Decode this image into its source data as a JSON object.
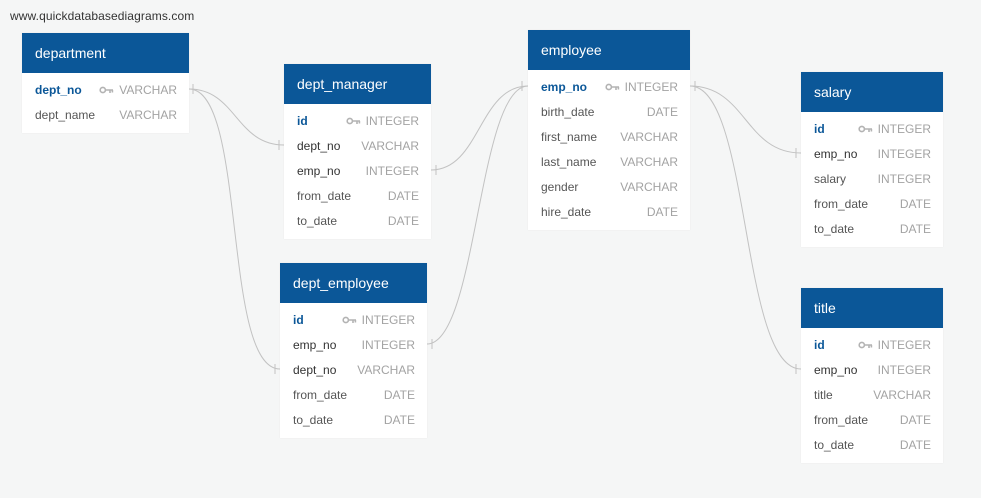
{
  "site": {
    "url": "www.quickdatabasediagrams.com"
  },
  "tables": {
    "department": {
      "name": "department",
      "fields": [
        {
          "name": "dept_no",
          "type": "VARCHAR",
          "pk": true
        },
        {
          "name": "dept_name",
          "type": "VARCHAR"
        }
      ]
    },
    "dept_manager": {
      "name": "dept_manager",
      "fields": [
        {
          "name": "id",
          "type": "INTEGER",
          "pk": true
        },
        {
          "name": "dept_no",
          "type": "VARCHAR",
          "fk": true
        },
        {
          "name": "emp_no",
          "type": "INTEGER",
          "fk": true
        },
        {
          "name": "from_date",
          "type": "DATE"
        },
        {
          "name": "to_date",
          "type": "DATE"
        }
      ]
    },
    "dept_employee": {
      "name": "dept_employee",
      "fields": [
        {
          "name": "id",
          "type": "INTEGER",
          "pk": true
        },
        {
          "name": "emp_no",
          "type": "INTEGER",
          "fk": true
        },
        {
          "name": "dept_no",
          "type": "VARCHAR",
          "fk": true
        },
        {
          "name": "from_date",
          "type": "DATE"
        },
        {
          "name": "to_date",
          "type": "DATE"
        }
      ]
    },
    "employee": {
      "name": "employee",
      "fields": [
        {
          "name": "emp_no",
          "type": "INTEGER",
          "pk": true
        },
        {
          "name": "birth_date",
          "type": "DATE"
        },
        {
          "name": "first_name",
          "type": "VARCHAR"
        },
        {
          "name": "last_name",
          "type": "VARCHAR"
        },
        {
          "name": "gender",
          "type": "VARCHAR"
        },
        {
          "name": "hire_date",
          "type": "DATE"
        }
      ]
    },
    "salary": {
      "name": "salary",
      "fields": [
        {
          "name": "id",
          "type": "INTEGER",
          "pk": true
        },
        {
          "name": "emp_no",
          "type": "INTEGER",
          "fk": true
        },
        {
          "name": "salary",
          "type": "INTEGER"
        },
        {
          "name": "from_date",
          "type": "DATE"
        },
        {
          "name": "to_date",
          "type": "DATE"
        }
      ]
    },
    "title": {
      "name": "title",
      "fields": [
        {
          "name": "id",
          "type": "INTEGER",
          "pk": true
        },
        {
          "name": "emp_no",
          "type": "INTEGER",
          "fk": true
        },
        {
          "name": "title",
          "type": "VARCHAR"
        },
        {
          "name": "from_date",
          "type": "DATE"
        },
        {
          "name": "to_date",
          "type": "DATE"
        }
      ]
    }
  },
  "colors": {
    "header": "#0b5798",
    "primary_key": "#0b5798",
    "type": "#a3a3a3",
    "link": "#c2c2c2",
    "background": "#f5f6f6"
  },
  "icons": {
    "primary_key": "key-icon"
  }
}
